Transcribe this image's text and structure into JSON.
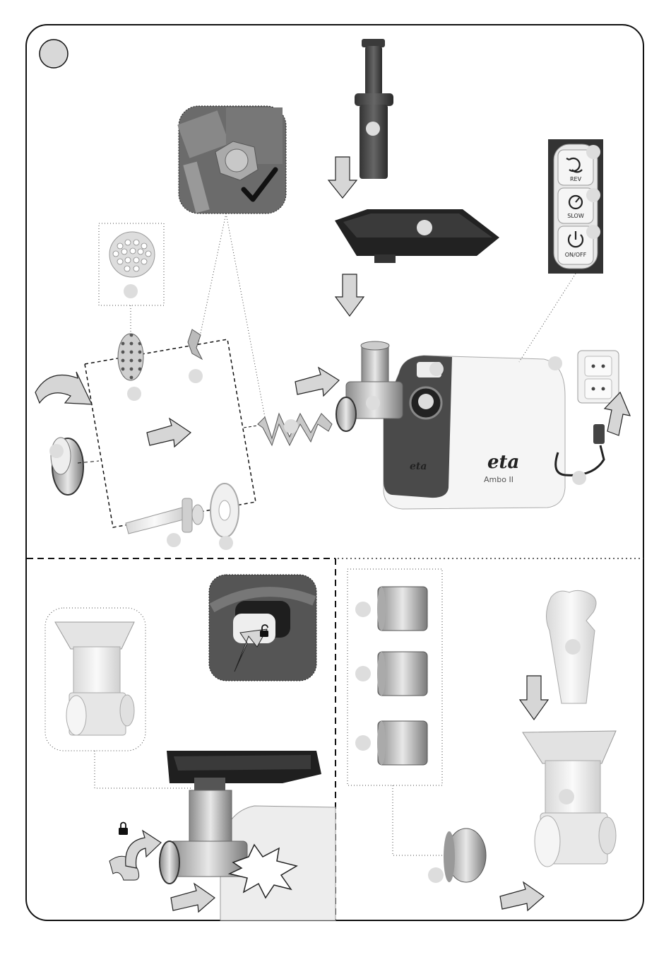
{
  "control_panel": {
    "rev_label": "REV",
    "slow_label": "SLOW",
    "onoff_label": "ON/OFF"
  },
  "machine": {
    "brand_front": "eta",
    "brand_side": "eta",
    "model": "Ambo II"
  },
  "icons": {
    "checkmark": "checkmark-icon",
    "lock": "lock-icon",
    "unlock": "unlock-icon"
  },
  "colors": {
    "outline": "#222222",
    "badge": "#dddddd",
    "arrow": "#d6d6d6"
  }
}
